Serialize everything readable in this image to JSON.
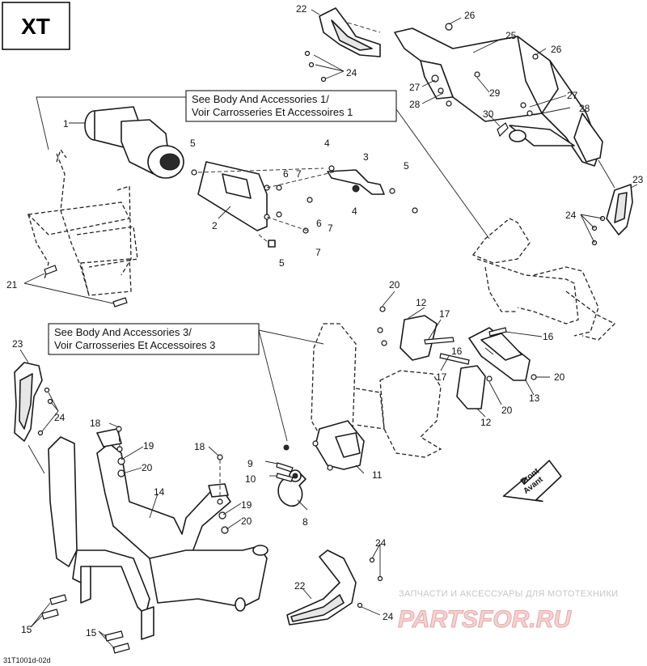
{
  "model_badge": "XT",
  "figure_code": "31T1001d-02d",
  "references": [
    {
      "line1": "See Body And Accessories 1/",
      "line2": "Voir Carrosseries Et Accessoires 1"
    },
    {
      "line1": "See Body And Accessories 3/",
      "line2": "Voir Carrosseries Et Accessoires 3"
    }
  ],
  "front_marker": {
    "line1": "Front",
    "line2": "Avant"
  },
  "callouts": [
    "1",
    "2",
    "3",
    "4",
    "4",
    "5",
    "5",
    "5",
    "6",
    "6",
    "7",
    "7",
    "7",
    "8",
    "9",
    "10",
    "11",
    "12",
    "12",
    "13",
    "14",
    "15",
    "15",
    "16",
    "16",
    "17",
    "17",
    "18",
    "18",
    "19",
    "19",
    "20",
    "20",
    "20",
    "20",
    "20",
    "21",
    "22",
    "22",
    "23",
    "23",
    "24",
    "24",
    "24",
    "24",
    "24",
    "25",
    "26",
    "26",
    "27",
    "27",
    "28",
    "28",
    "29",
    "30"
  ],
  "watermark": {
    "top": "ЗАПЧАСТИ И АКСЕССУАРЫ ДЛЯ МОТОТЕХНИКИ",
    "brand": "PARTSFOR.RU"
  }
}
